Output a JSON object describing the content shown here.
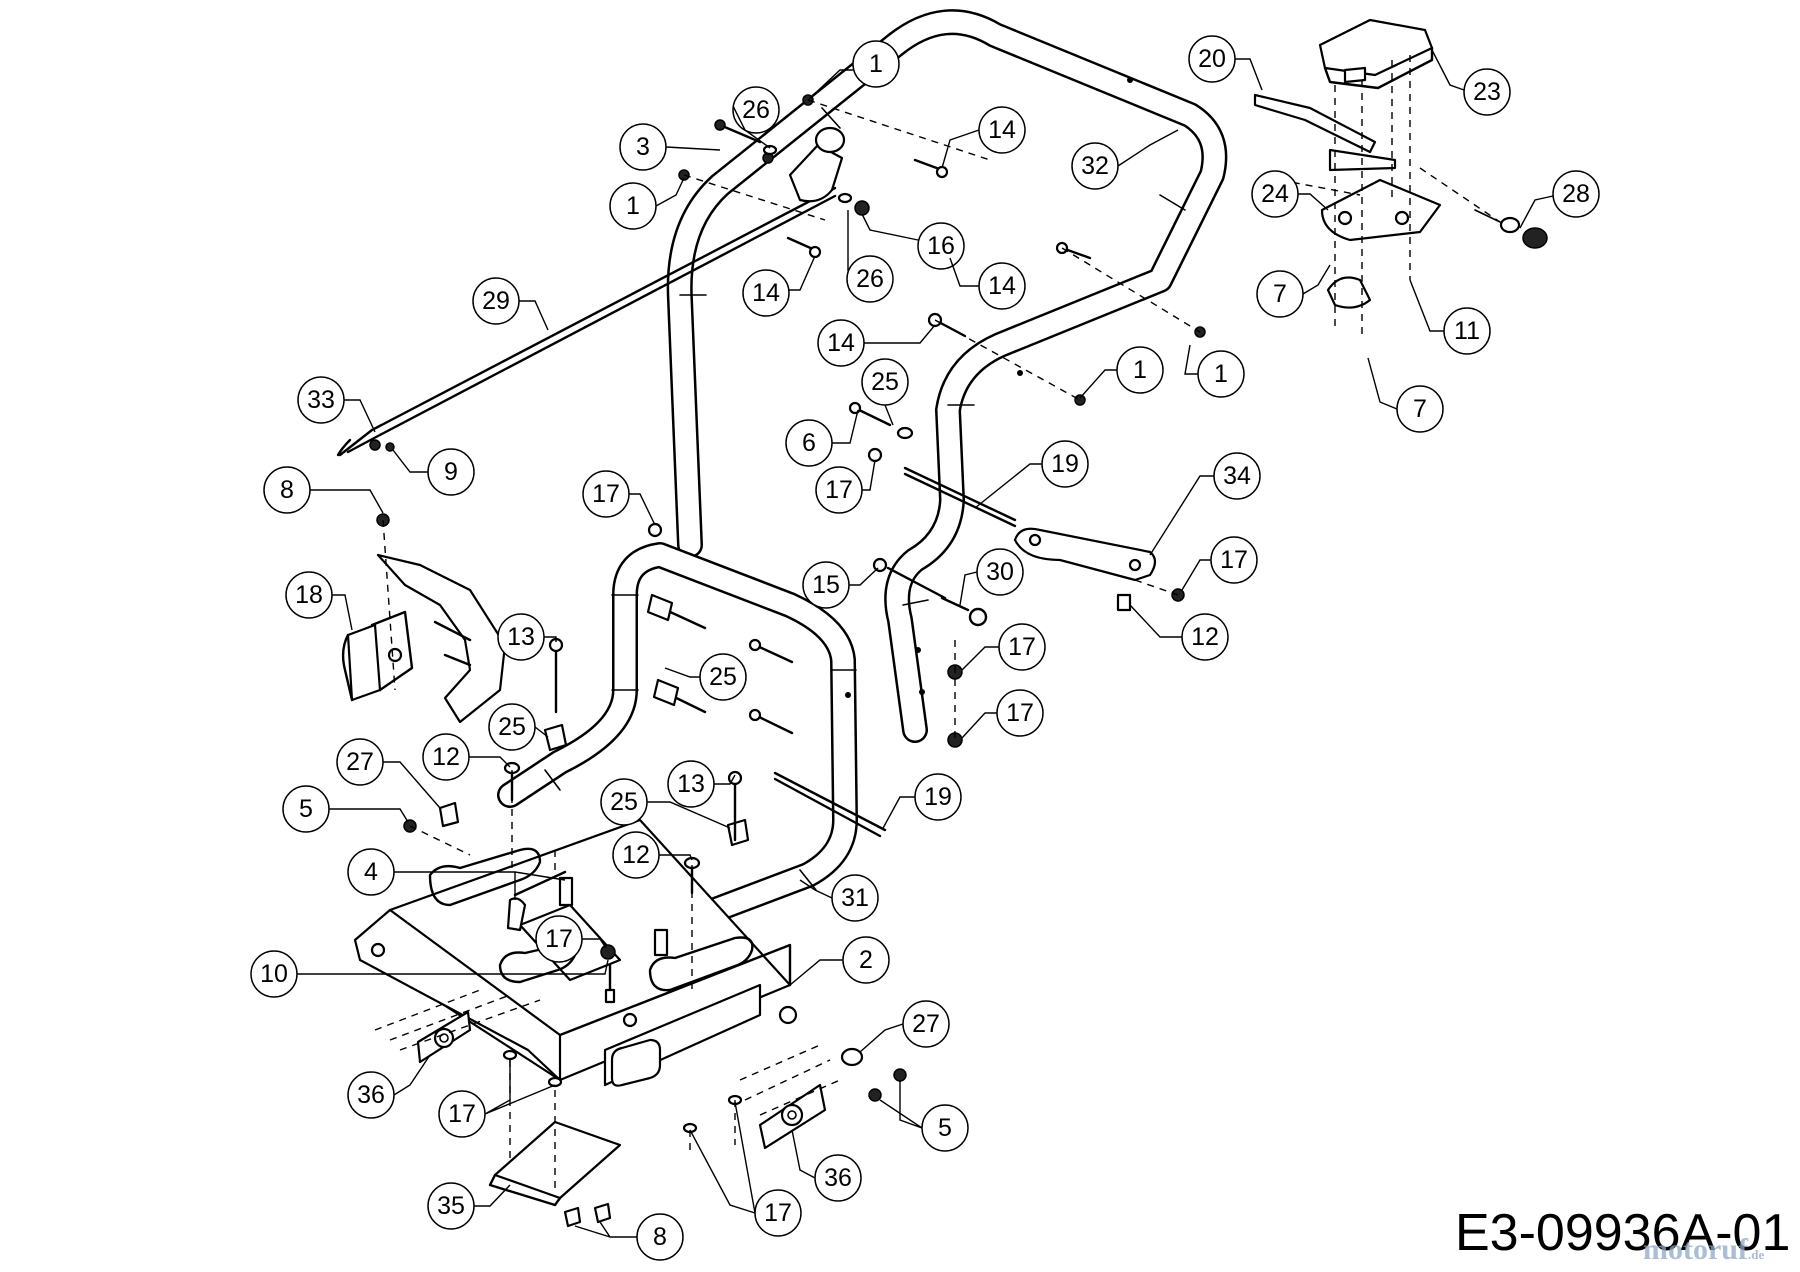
{
  "drawing_code": "E3-09936A-01",
  "watermark": {
    "brand": "motoruf",
    "tld": ".de"
  },
  "callouts": [
    {
      "id": "c1a",
      "label": "1"
    },
    {
      "id": "c26a",
      "label": "26"
    },
    {
      "id": "c3",
      "label": "3"
    },
    {
      "id": "c1b",
      "label": "1"
    },
    {
      "id": "c14a",
      "label": "14"
    },
    {
      "id": "c16",
      "label": "16"
    },
    {
      "id": "c14b",
      "label": "14"
    },
    {
      "id": "c26b",
      "label": "26"
    },
    {
      "id": "c32",
      "label": "32"
    },
    {
      "id": "c20",
      "label": "20"
    },
    {
      "id": "c23",
      "label": "23"
    },
    {
      "id": "c24",
      "label": "24"
    },
    {
      "id": "c28",
      "label": "28"
    },
    {
      "id": "c7a",
      "label": "7"
    },
    {
      "id": "c11",
      "label": "11"
    },
    {
      "id": "c7b",
      "label": "7"
    },
    {
      "id": "c14c",
      "label": "14"
    },
    {
      "id": "c14d",
      "label": "14"
    },
    {
      "id": "c1c",
      "label": "1"
    },
    {
      "id": "c1d",
      "label": "1"
    },
    {
      "id": "c29",
      "label": "29"
    },
    {
      "id": "c33",
      "label": "33"
    },
    {
      "id": "c9",
      "label": "9"
    },
    {
      "id": "c25a",
      "label": "25"
    },
    {
      "id": "c6",
      "label": "6"
    },
    {
      "id": "c17a",
      "label": "17"
    },
    {
      "id": "c19a",
      "label": "19"
    },
    {
      "id": "c8a",
      "label": "8"
    },
    {
      "id": "c17b",
      "label": "17"
    },
    {
      "id": "c34",
      "label": "34"
    },
    {
      "id": "c17c",
      "label": "17"
    },
    {
      "id": "c18",
      "label": "18"
    },
    {
      "id": "c15",
      "label": "15"
    },
    {
      "id": "c30",
      "label": "30"
    },
    {
      "id": "c12a",
      "label": "12"
    },
    {
      "id": "c13a",
      "label": "13"
    },
    {
      "id": "c17d",
      "label": "17"
    },
    {
      "id": "c25b",
      "label": "25"
    },
    {
      "id": "c17e",
      "label": "17"
    },
    {
      "id": "c25c",
      "label": "25"
    },
    {
      "id": "c12b",
      "label": "12"
    },
    {
      "id": "c27a",
      "label": "27"
    },
    {
      "id": "c13b",
      "label": "13"
    },
    {
      "id": "c19b",
      "label": "19"
    },
    {
      "id": "c5a",
      "label": "5"
    },
    {
      "id": "c25d",
      "label": "25"
    },
    {
      "id": "c12c",
      "label": "12"
    },
    {
      "id": "c4",
      "label": "4"
    },
    {
      "id": "c31",
      "label": "31"
    },
    {
      "id": "c17f",
      "label": "17"
    },
    {
      "id": "c2",
      "label": "2"
    },
    {
      "id": "c10",
      "label": "10"
    },
    {
      "id": "c27b",
      "label": "27"
    },
    {
      "id": "c36a",
      "label": "36"
    },
    {
      "id": "c17g",
      "label": "17"
    },
    {
      "id": "c5b",
      "label": "5"
    },
    {
      "id": "c36b",
      "label": "36"
    },
    {
      "id": "c35",
      "label": "35"
    },
    {
      "id": "c17h",
      "label": "17"
    },
    {
      "id": "c8b",
      "label": "8"
    }
  ]
}
